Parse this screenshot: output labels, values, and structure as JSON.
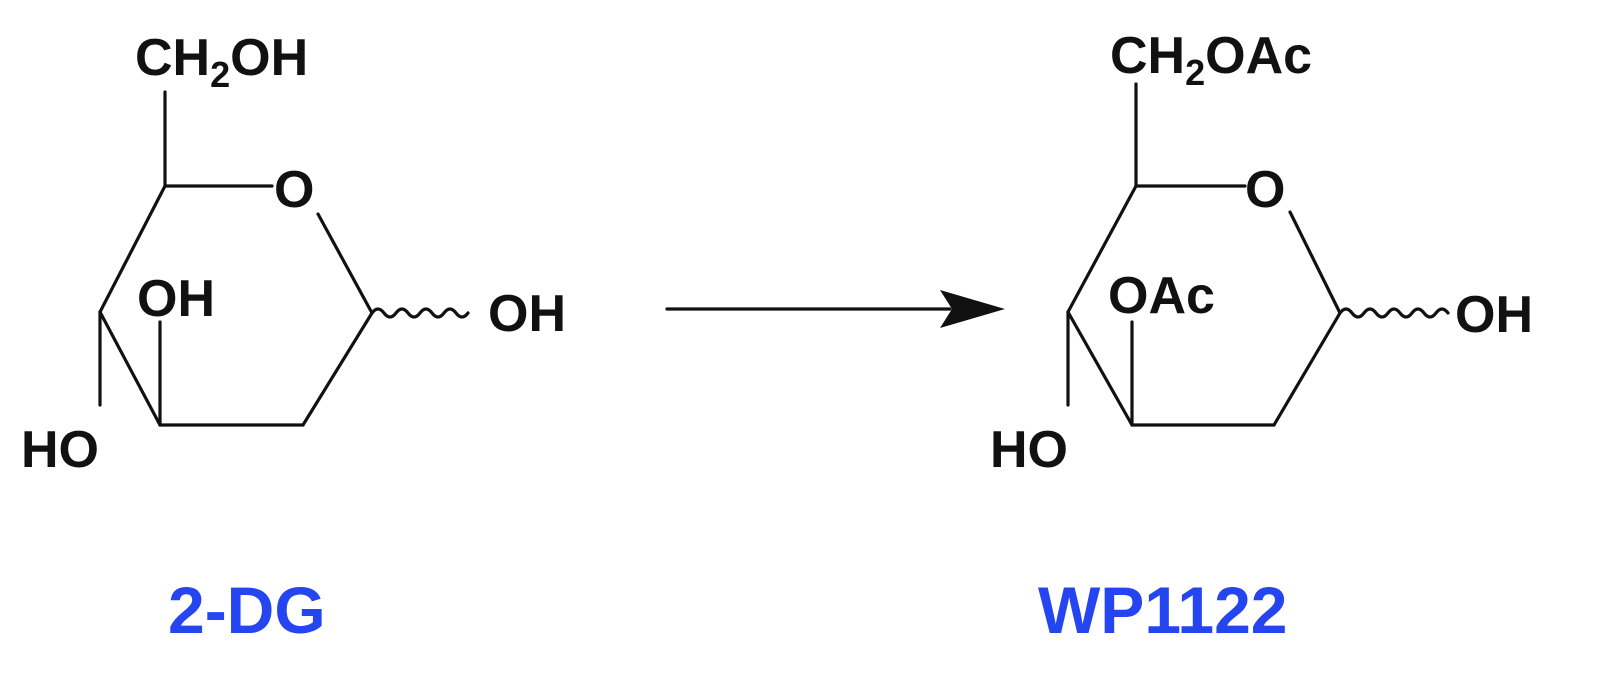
{
  "colors": {
    "bond": "#111111",
    "compound_label": "#2445f0"
  },
  "left_compound": {
    "name": "2-DG",
    "top_group": {
      "main": "CH",
      "sub": "2",
      "rest": "OH"
    },
    "ring_oxygen": "O",
    "inner_group": "OH",
    "anomeric_group": "OH",
    "lower_left_group": "HO"
  },
  "right_compound": {
    "name": "WP1122",
    "top_group": {
      "main": "CH",
      "sub": "2",
      "rest": "OAc"
    },
    "ring_oxygen": "O",
    "inner_group": "OAc",
    "anomeric_group": "OH",
    "lower_left_group": "HO"
  },
  "reaction_arrow": {
    "icon": "right-arrow-icon"
  }
}
